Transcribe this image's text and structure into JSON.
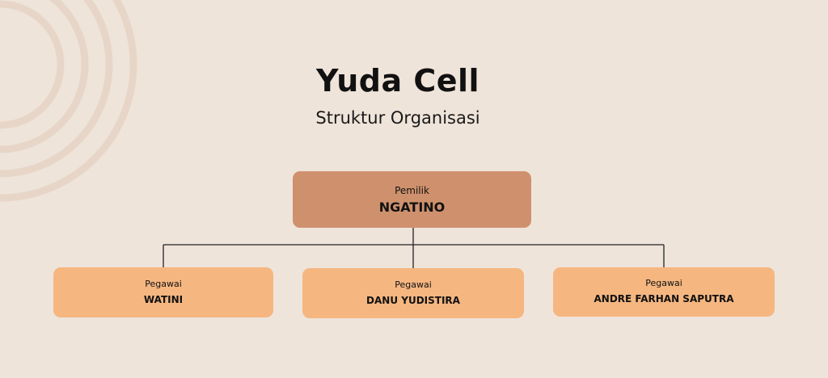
{
  "title": "Yuda Cell",
  "subtitle": "Struktur Organisasi",
  "colors": {
    "background": "#efe4da",
    "owner_box": "#cf916d",
    "employee_box": "#f5b680",
    "connector": "#222222",
    "decor_arcs": "#e7d6c8"
  },
  "owner": {
    "role": "Pemilik",
    "name": "NGATINO"
  },
  "employees": [
    {
      "role": "Pegawai",
      "name": "WATINI"
    },
    {
      "role": "Pegawai",
      "name": "DANU YUDISTIRA"
    },
    {
      "role": "Pegawai",
      "name": "ANDRE FARHAN SAPUTRA"
    }
  ]
}
